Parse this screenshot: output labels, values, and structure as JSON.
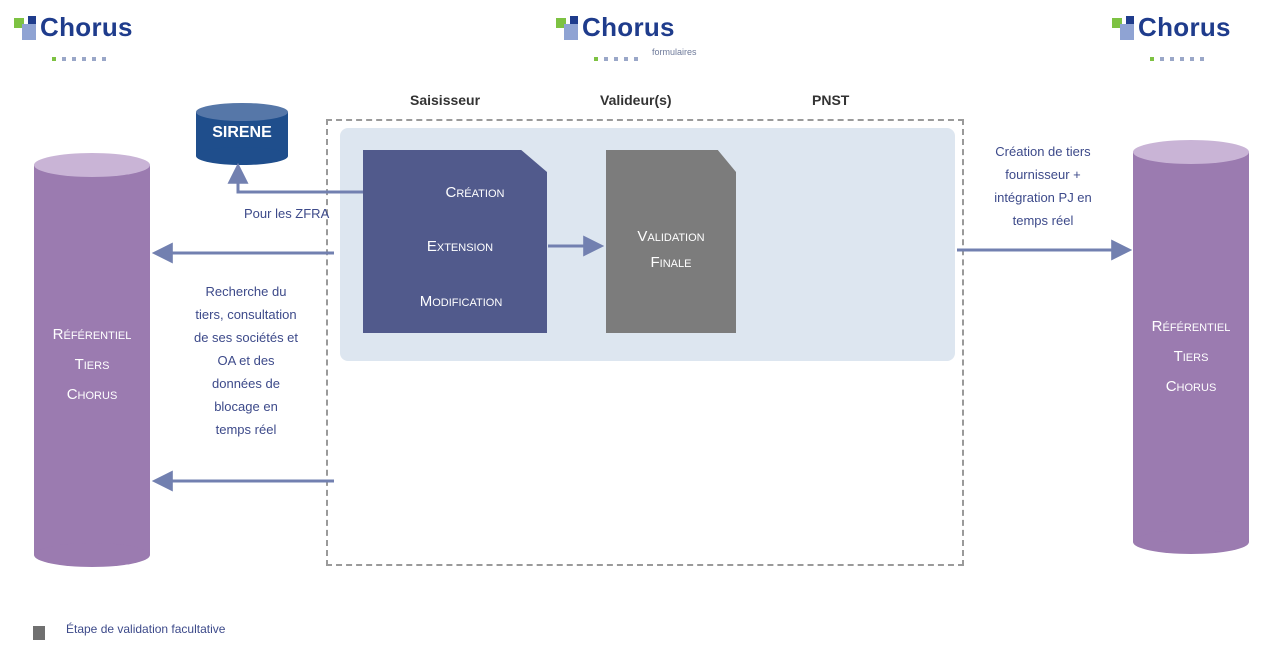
{
  "logos": {
    "left": {
      "word": "Chorus"
    },
    "center": {
      "word": "Chorus",
      "sub": "formulaires"
    },
    "right": {
      "word": "Chorus"
    }
  },
  "columns": [
    "Saisisseur",
    "Valideur(s)",
    "PNST"
  ],
  "sirene": "SIRENE",
  "sirene_note": "Pour les ZFRA",
  "saisisseur_box": [
    "Création",
    "Extension",
    "Modification"
  ],
  "validation_box": [
    "Validation",
    "Finale"
  ],
  "left_note": [
    "Recherche du",
    "tiers, consultation",
    "de ses sociétés et",
    "OA et des",
    "données de",
    "blocage en",
    "temps réel"
  ],
  "right_note": [
    "Création de tiers",
    "fournisseur +",
    "intégration PJ en",
    "temps réel"
  ],
  "referentiel_left": [
    "Référentiel",
    "Tiers",
    "Chorus"
  ],
  "referentiel_right": [
    "Référentiel",
    "Tiers",
    "Chorus"
  ],
  "legend": "Étape de validation facultative",
  "colors": {
    "cylinder": "#9b7bb0",
    "sirene": "#1f4e8c",
    "saisisseur": "#515a8c",
    "validation": "#7c7c7c",
    "arrow": "#7280b0",
    "panel": "#dde6f0"
  }
}
